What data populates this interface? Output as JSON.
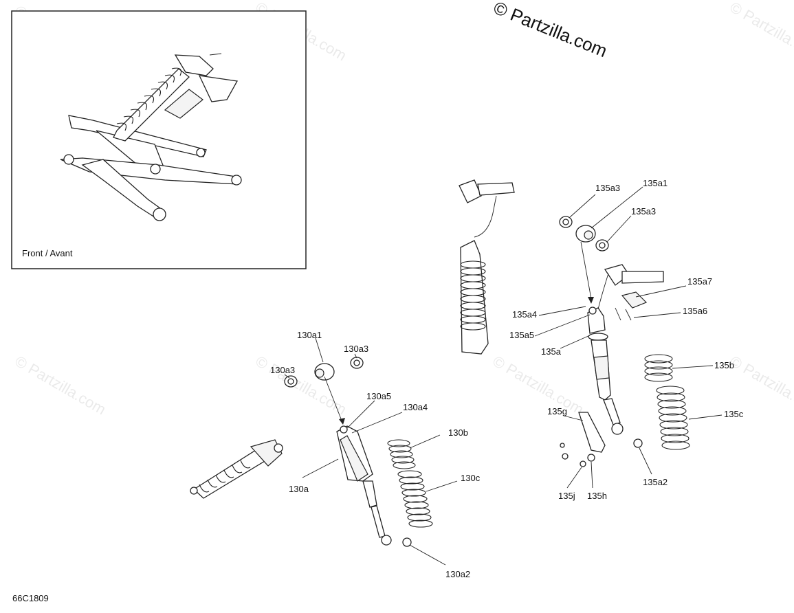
{
  "copyright": "© Partzilla.com",
  "watermark": "© Partzilla.com",
  "inset": {
    "caption": "Front / Avant"
  },
  "figure_code": "66C1809",
  "callouts": {
    "c130a1": "130a1",
    "c130a3_right": "130a3",
    "c130a3_left": "130a3",
    "c130a5": "130a5",
    "c130a4": "130a4",
    "c130b": "130b",
    "c130a": "130a",
    "c130c": "130c",
    "c130a2": "130a2",
    "c135a3_top": "135a3",
    "c135a1": "135a1",
    "c135a3_mid": "135a3",
    "c135a7": "135a7",
    "c135a4": "135a4",
    "c135a6": "135a6",
    "c135a5": "135a5",
    "c135a": "135a",
    "c135b": "135b",
    "c135g": "135g",
    "c135c": "135c",
    "c135a2": "135a2",
    "c135j": "135j",
    "c135h": "135h"
  },
  "colors": {
    "line": "#222222",
    "background": "#ffffff",
    "watermark": "#000000"
  }
}
